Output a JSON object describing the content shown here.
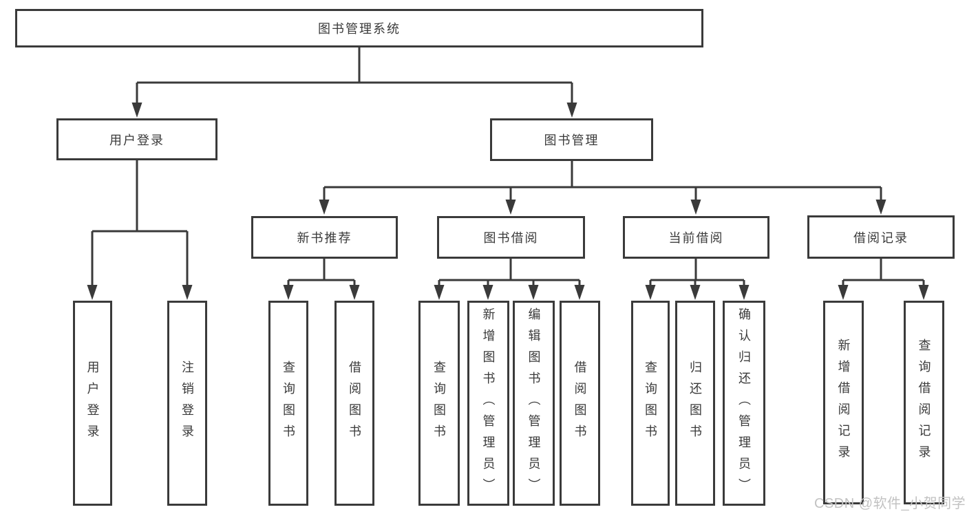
{
  "colors": {
    "line_color": "#3a3a3a",
    "text_color": "#3a3a3a",
    "box_bg": "#ffffff",
    "watermark_color": "#c2c2c2"
  },
  "diagram": {
    "root": {
      "label": "图书管理系统"
    },
    "branches": [
      {
        "label": "用户登录",
        "children": [
          {
            "label": "用户登录"
          },
          {
            "label": "注销登录"
          }
        ]
      },
      {
        "label": "图书管理",
        "children": [
          {
            "label": "新书推荐",
            "children": [
              {
                "label": "查询图书"
              },
              {
                "label": "借阅图书"
              }
            ]
          },
          {
            "label": "图书借阅",
            "children": [
              {
                "label": "查询图书"
              },
              {
                "label": "新增图书（管理员）"
              },
              {
                "label": "编辑图书（管理员）"
              },
              {
                "label": "借阅图书"
              }
            ]
          },
          {
            "label": "当前借阅",
            "children": [
              {
                "label": "查询图书"
              },
              {
                "label": "归还图书"
              },
              {
                "label": "确认归还（管理员）"
              }
            ]
          },
          {
            "label": "借阅记录",
            "children": [
              {
                "label": "新增借阅记录"
              },
              {
                "label": "查询借阅记录"
              }
            ]
          }
        ]
      }
    ]
  },
  "watermark": {
    "text": "CSDN @软件_小贺同学"
  }
}
